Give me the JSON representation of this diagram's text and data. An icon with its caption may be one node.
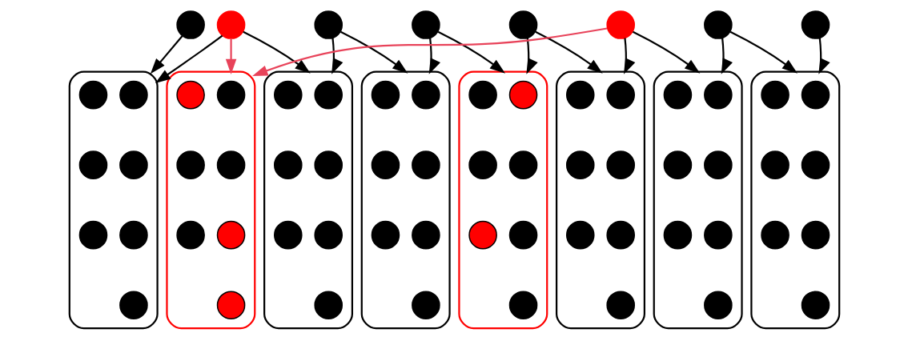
{
  "diagram": {
    "nodes": [
      {
        "text": [],
        "shape": "circle"
      },
      {
        "text": [],
        "shape": "circle"
      },
      {
        "text": [],
        "shape": "circle"
      },
      {
        "text": [],
        "shape": "circle"
      },
      {
        "text": [],
        "shape": "circle"
      },
      {
        "text": [],
        "shape": "circle"
      },
      {
        "text": [],
        "shape": "circle"
      },
      {
        "text": [],
        "shape": "circle"
      },
      {
        "text": [],
        "shape": "ellipse"
      },
      {
        "text": [],
        "shape": "circle",
        "in": 8
      },
      {
        "text": [],
        "shape": "circle",
        "in": 8
      },
      {
        "text": [],
        "shape": "circle",
        "in": 8
      },
      {
        "text": [],
        "shape": "circle",
        "in": 8
      },
      {
        "text": [],
        "shape": "circle",
        "in": 8
      },
      {
        "text": [],
        "shape": "circle",
        "in": 8
      },
      {
        "text": [],
        "shape": "circle",
        "in": 8
      },
      {
        "text": [],
        "shape": "ellipse"
      },
      {
        "text": [],
        "shape": "circle",
        "in": 16
      },
      {
        "text": [],
        "shape": "circle",
        "in": 16
      },
      {
        "text": [],
        "shape": "circle",
        "in": 16
      },
      {
        "text": [],
        "shape": "circle",
        "in": 16
      },
      {
        "text": [],
        "shape": "circle",
        "in": 16
      },
      {
        "text": [],
        "shape": "circle",
        "in": 16
      },
      {
        "text": [],
        "shape": "circle",
        "in": 16
      },
      {
        "text": [],
        "shape": "ellipse"
      },
      {
        "text": [],
        "shape": "circle",
        "in": 24
      },
      {
        "text": [],
        "shape": "circle",
        "in": 24
      },
      {
        "text": [],
        "shape": "circle",
        "in": 24
      },
      {
        "text": [],
        "shape": "circle",
        "in": 24
      },
      {
        "text": [],
        "shape": "circle",
        "in": 24
      },
      {
        "text": [],
        "shape": "circle",
        "in": 24
      },
      {
        "text": [],
        "shape": "circle",
        "in": 24
      },
      {
        "text": [],
        "shape": "ellipse"
      },
      {
        "text": [],
        "shape": "circle",
        "in": 32
      },
      {
        "text": [],
        "shape": "circle",
        "in": 32
      },
      {
        "text": [],
        "shape": "circle",
        "in": 32
      },
      {
        "text": [],
        "shape": "circle",
        "in": 32
      },
      {
        "text": [],
        "shape": "circle",
        "in": 32
      },
      {
        "text": [],
        "shape": "circle",
        "in": 32
      },
      {
        "text": [],
        "shape": "circle",
        "in": 32
      },
      {
        "text": [],
        "shape": "ellipse"
      },
      {
        "text": [],
        "shape": "circle",
        "in": 40
      },
      {
        "text": [],
        "shape": "circle",
        "in": 40
      },
      {
        "text": [],
        "shape": "circle",
        "in": 40
      },
      {
        "text": [],
        "shape": "circle",
        "in": 40
      },
      {
        "text": [],
        "shape": "circle",
        "in": 40
      },
      {
        "text": [],
        "shape": "circle",
        "in": 40
      },
      {
        "text": [],
        "shape": "circle",
        "in": 40
      },
      {
        "text": [],
        "shape": "ellipse"
      },
      {
        "text": [],
        "shape": "circle",
        "in": 48
      },
      {
        "text": [],
        "shape": "circle",
        "in": 48
      },
      {
        "text": [],
        "shape": "circle",
        "in": 48
      },
      {
        "text": [],
        "shape": "circle",
        "in": 48
      },
      {
        "text": [],
        "shape": "circle",
        "in": 48
      },
      {
        "text": [],
        "shape": "circle",
        "in": 48
      },
      {
        "text": [],
        "shape": "circle",
        "in": 48
      },
      {
        "text": [],
        "shape": "ellipse"
      },
      {
        "text": [],
        "shape": "circle",
        "in": 56
      },
      {
        "text": [],
        "shape": "circle",
        "in": 56
      },
      {
        "text": [],
        "shape": "circle",
        "in": 56
      },
      {
        "text": [],
        "shape": "circle",
        "in": 56
      },
      {
        "text": [],
        "shape": "circle",
        "in": 56
      },
      {
        "text": [],
        "shape": "circle",
        "in": 56
      },
      {
        "text": [],
        "shape": "circle",
        "in": 56
      },
      {
        "text": [],
        "shape": "ellipse"
      },
      {
        "text": [],
        "shape": "circle",
        "in": 64
      },
      {
        "text": [],
        "shape": "circle",
        "in": 64
      },
      {
        "text": [],
        "shape": "circle",
        "in": 64
      },
      {
        "text": [],
        "shape": "circle",
        "in": 64
      },
      {
        "text": [],
        "shape": "circle",
        "in": 64
      },
      {
        "text": [],
        "shape": "circle",
        "in": 64
      },
      {
        "text": [],
        "shape": "circle",
        "in": 64
      }
    ],
    "edges": [
      {
        "from": 0,
        "to": 16,
        "arrow": "to"
      },
      {
        "from": 1,
        "to": 8,
        "arrow": "to",
        "color": "#e8435a"
      },
      {
        "from": 1,
        "to": 16,
        "arrow": "to"
      },
      {
        "from": 1,
        "to": 24,
        "arrow": "to"
      },
      {
        "from": 2,
        "to": 24,
        "arrow": "to"
      },
      {
        "from": 2,
        "to": 32,
        "arrow": "to"
      },
      {
        "from": 3,
        "to": 32,
        "arrow": "to"
      },
      {
        "from": 3,
        "to": 40,
        "arrow": "to"
      },
      {
        "from": 4,
        "to": 40,
        "arrow": "to"
      },
      {
        "from": 4,
        "to": 48,
        "arrow": "to"
      },
      {
        "from": 5,
        "to": 8,
        "arrow": "to",
        "color": "#e8435a"
      },
      {
        "from": 5,
        "to": 48,
        "arrow": "to"
      },
      {
        "from": 5,
        "to": 56,
        "arrow": "to"
      },
      {
        "from": 6,
        "to": 56,
        "arrow": "to"
      },
      {
        "from": 6,
        "to": 64,
        "arrow": "to"
      },
      {
        "from": 7,
        "to": 64,
        "arrow": "to"
      }
    ]
  }
}
